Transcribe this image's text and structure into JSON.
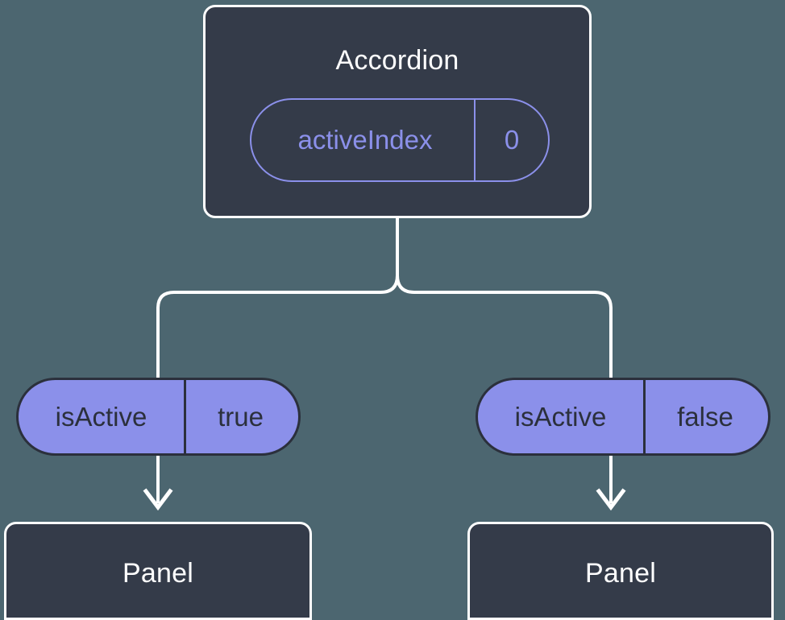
{
  "diagram": {
    "title_root": "Accordion",
    "background_color": "#4c6670",
    "node_fill_color": "#343b49",
    "node_border_color": "#ffffff",
    "accent_color": "#8b90ea",
    "pill_text_color": "#2b303c",
    "root": {
      "name": "Accordion",
      "state_pill": {
        "key": "activeIndex",
        "value": "0",
        "style": "outlined"
      }
    },
    "branches": [
      {
        "prop_pill": {
          "key": "isActive",
          "value": "true",
          "style": "filled"
        },
        "child": {
          "name": "Panel"
        }
      },
      {
        "prop_pill": {
          "key": "isActive",
          "value": "false",
          "style": "filled"
        },
        "child": {
          "name": "Panel"
        }
      }
    ]
  }
}
